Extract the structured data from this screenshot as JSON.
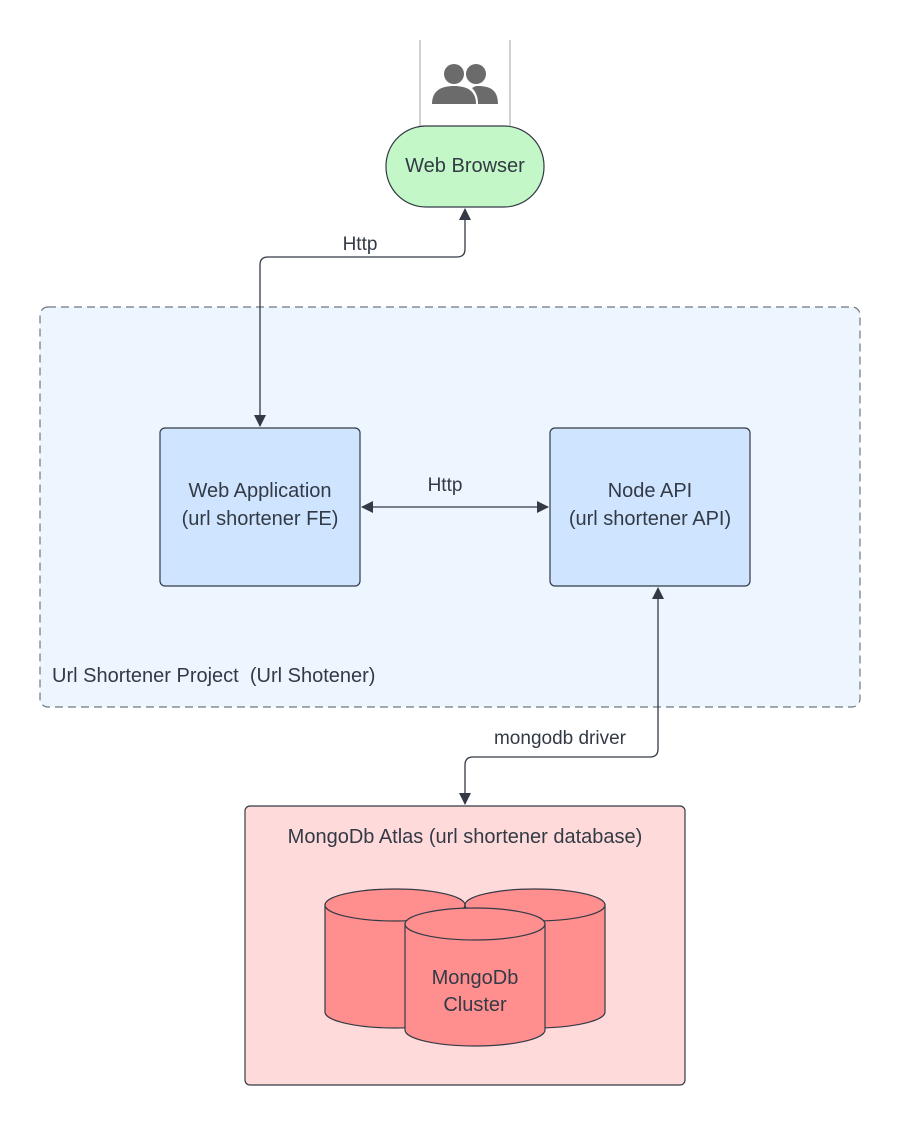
{
  "diagram": {
    "users_icon": "users-icon",
    "nodes": {
      "web_browser": {
        "label": "Web Browser",
        "fill": "#c3f7c8"
      },
      "web_application": {
        "label_line1": "Web Application",
        "label_line2": "(url shortener FE)",
        "fill": "#cfe4ff"
      },
      "node_api": {
        "label_line1": "Node API",
        "label_line2": "(url shortener API)",
        "fill": "#cfe4ff"
      },
      "mongodb_cluster": {
        "label_line1": "MongoDb",
        "label_line2": "Cluster",
        "fill": "#ff8f8f",
        "icon": "database-cylinder-icon"
      }
    },
    "containers": {
      "project": {
        "label": "Url Shortener Project  (Url Shotener)",
        "fill": "#edf5ff",
        "border": "dashed"
      },
      "atlas": {
        "label": "MongoDb Atlas (url shortener database)",
        "fill": "#ffdada"
      }
    },
    "edges": {
      "browser_webapp": {
        "label": "Http",
        "from": "Web Application",
        "to": "Web Browser",
        "direction": "bidirectional"
      },
      "webapp_api": {
        "label": "Http",
        "from": "Web Application",
        "to": "Node API",
        "direction": "bidirectional"
      },
      "api_mongodb": {
        "label": "mongodb driver",
        "from": "Node API",
        "to": "MongoDb Atlas (url shortener database)",
        "direction": "bidirectional"
      }
    },
    "colors": {
      "line": "#333a45",
      "text": "#333a45",
      "icon": "#6b6b6b"
    }
  }
}
